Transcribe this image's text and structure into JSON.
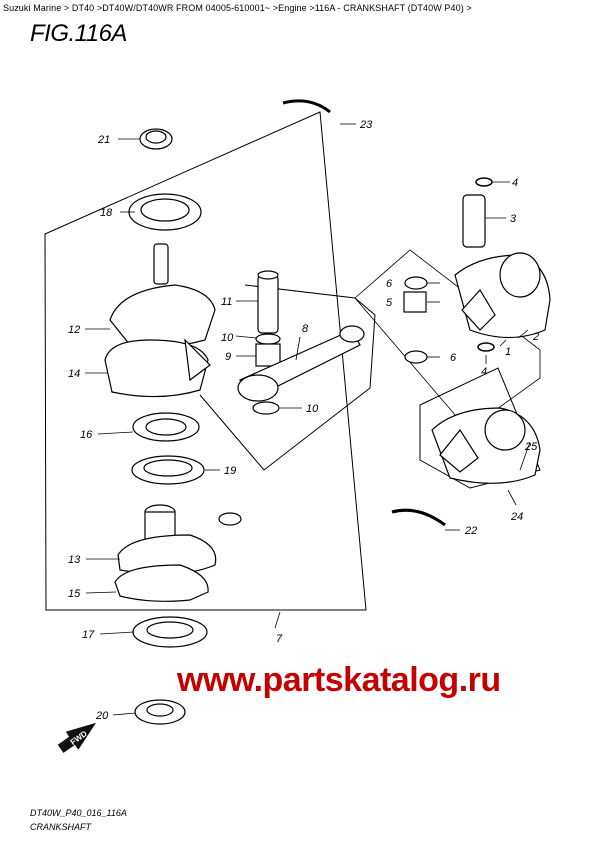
{
  "breadcrumb": "Suzuki Marine > DT40 >DT40W/DT40WR FROM 04005-610001~ >Engine >116A - CRANKSHAFT (DT40W P40) >",
  "figure_title": "FIG.116A",
  "watermark": "www.partskatalog.ru",
  "fwd_label": "FWD",
  "drawing_code": "DT40W_P40_016_116A",
  "caption": "CRANKSHAFT",
  "callouts": [
    {
      "id": "c1",
      "text": "1"
    },
    {
      "id": "c2",
      "text": "2"
    },
    {
      "id": "c3",
      "text": "3"
    },
    {
      "id": "c4a",
      "text": "4"
    },
    {
      "id": "c4b",
      "text": "4"
    },
    {
      "id": "c5",
      "text": "5"
    },
    {
      "id": "c6a",
      "text": "6"
    },
    {
      "id": "c6b",
      "text": "6"
    },
    {
      "id": "c7",
      "text": "7"
    },
    {
      "id": "c8",
      "text": "8"
    },
    {
      "id": "c9",
      "text": "9"
    },
    {
      "id": "c10a",
      "text": "10"
    },
    {
      "id": "c10b",
      "text": "10"
    },
    {
      "id": "c11",
      "text": "11"
    },
    {
      "id": "c12",
      "text": "12"
    },
    {
      "id": "c13",
      "text": "13"
    },
    {
      "id": "c14",
      "text": "14"
    },
    {
      "id": "c15",
      "text": "15"
    },
    {
      "id": "c16",
      "text": "16"
    },
    {
      "id": "c17",
      "text": "17"
    },
    {
      "id": "c18",
      "text": "18"
    },
    {
      "id": "c19",
      "text": "19"
    },
    {
      "id": "c20",
      "text": "20"
    },
    {
      "id": "c21",
      "text": "21"
    },
    {
      "id": "c22",
      "text": "22"
    },
    {
      "id": "c23",
      "text": "23"
    },
    {
      "id": "c24",
      "text": "24"
    },
    {
      "id": "c25",
      "text": "25"
    }
  ]
}
